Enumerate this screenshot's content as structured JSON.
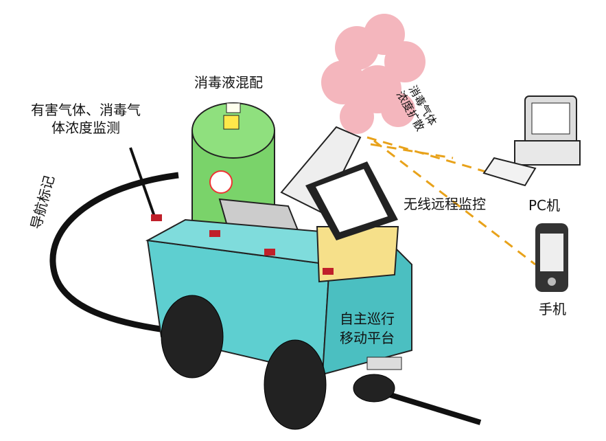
{
  "labels": {
    "mixing": "消毒液混配",
    "monitor_line1": "有害气体、消毒气",
    "monitor_line2": "体浓度监测",
    "nav_marker": "导航标记",
    "diffusion_line1": "消毒气体",
    "diffusion_line2": "浓度扩散",
    "wireless": "无线远程监控",
    "pc": "PC机",
    "phone": "手机",
    "platform_line1": "自主巡行",
    "platform_line2": "移动平台"
  },
  "colors": {
    "body": "#5ecfd0",
    "tank": "#7ad36a",
    "cloud": "#f4b6bd",
    "signal": "#e8a21a",
    "box": "#f6e08a"
  }
}
